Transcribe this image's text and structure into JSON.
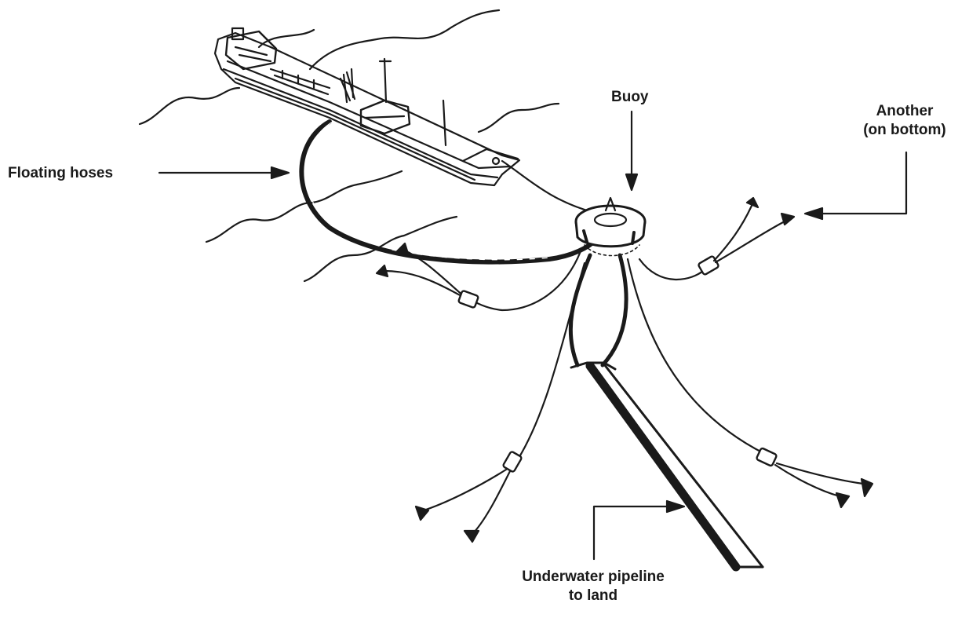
{
  "labels": {
    "floating_hoses": "Floating hoses",
    "buoy": "Buoy",
    "another_line1": "Another",
    "another_line2": "(on bottom)",
    "pipeline_line1": "Underwater pipeline",
    "pipeline_line2": "to land"
  },
  "colors": {
    "ink": "#1a1a1a",
    "paper": "#ffffff"
  }
}
